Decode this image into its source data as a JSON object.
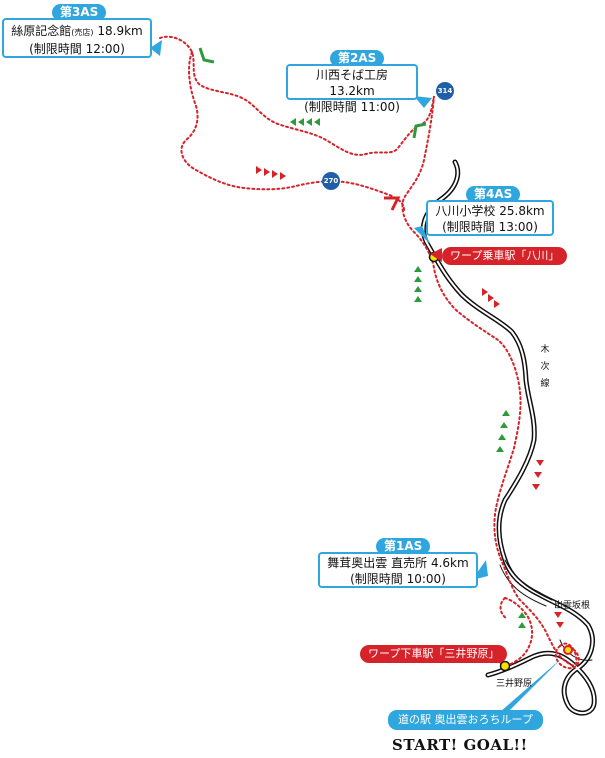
{
  "aid_stations": {
    "as3": {
      "tag": "第3AS",
      "name": "絲原記念館",
      "name_note": "(売店)",
      "distance": "18.9km",
      "limit": "(制限時間 12:00)"
    },
    "as2": {
      "tag": "第2AS",
      "name": "川西そば工房",
      "distance": "13.2km",
      "limit": "(制限時間 11:00)"
    },
    "as4": {
      "tag": "第4AS",
      "name": "八川小学校",
      "distance": "25.8km",
      "limit": "(制限時間 13:00)"
    },
    "as1": {
      "tag": "第1AS",
      "name": "舞茸奥出雲 直売所",
      "distance": "4.6km",
      "limit": "(制限時間 10:00)"
    }
  },
  "warp_stations": {
    "board": "ワープ乗車駅「八川」",
    "alight": "ワープ下車駅「三井野原」"
  },
  "route_shields": {
    "r314": "314",
    "r270": "270"
  },
  "rail_line": {
    "chars": [
      "木",
      "次",
      "線"
    ]
  },
  "place_labels": {
    "izumo_sakane": "出雲坂根",
    "miinohara": "三井野原"
  },
  "start_point": {
    "label": "道の駅 奥出雲おろちループ"
  },
  "start_goal": "START! GOAL!!",
  "colors": {
    "route": "#d6232a",
    "rail": "#111111",
    "callout": "#2fa6dd",
    "arrow_green": "#2e9a3a",
    "arrow_red": "#d6232a"
  }
}
